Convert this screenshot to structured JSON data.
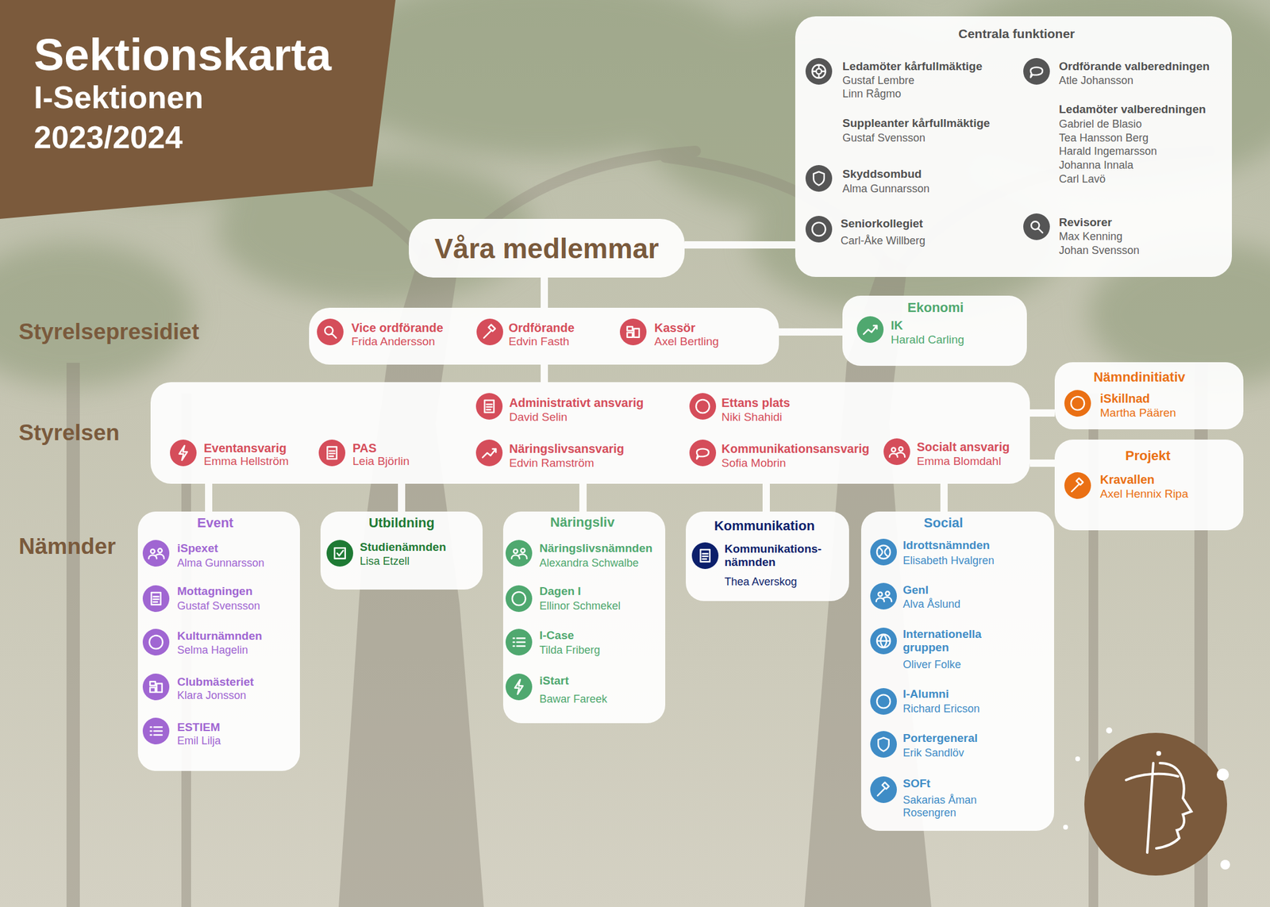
{
  "diagram": {
    "title": "Sektionskarta",
    "nodes": [
      {
        "text": [
          "Våra medlemmar"
        ]
      },
      {
        "text": [
          "Centrala funktioner",
          "Ledamöter kårfullmäktige",
          "Gustaf Lembre",
          "Linn Rågmo",
          "Suppleanter kårfullmäktige",
          "Gustaf Svensson",
          "Skyddsombud",
          "Alma Gunnarsson",
          "Seniorkollegiet",
          "Carl-Åke Willberg",
          "Ordförande valberedningen",
          "Atle Johansson",
          "Ledamöter valberedningen",
          "Gabriel de Blasio",
          "Tea Hansson Berg",
          "Harald Ingemarsson",
          "Johanna Innala",
          "Carl Lavö",
          "Revisorer",
          "Max Kenning",
          "Johan Svensson"
        ]
      },
      {
        "text": [
          "Vice ordförande",
          "Frida Andersson",
          "Ordförande",
          "Edvin Fasth",
          "Kassör",
          "Axel Bertling"
        ]
      },
      {
        "text": [
          "Ekonomi",
          "IK",
          "Harald Carling"
        ]
      },
      {
        "text": [
          "Administrativt ansvarig",
          "David Selin",
          "Ettans plats",
          "Niki Shahidi",
          "Eventansvarig",
          "Emma Hellström",
          "PAS",
          "Leia Björlin",
          "Näringslivsansvarig",
          "Edvin Ramström",
          "Kommunikationsansvarig",
          "Sofia Mobrin",
          "Socialt ansvarig",
          "Emma Blomdahl"
        ]
      },
      {
        "text": [
          "Nämndinitiativ",
          "iSkillnad",
          "Martha Päären"
        ]
      },
      {
        "text": [
          "Projekt",
          "Kravallen",
          "Axel Hennix Ripa"
        ]
      },
      {
        "text": [
          "Event",
          "iSpexet",
          "Alma Gunnarsson",
          "Mottagningen",
          "Gustaf Svensson",
          "Kulturnämnden",
          "Selma Hagelin",
          "Clubmästeriet",
          "Klara Jonsson",
          "ESTIEM",
          "Emil Lilja"
        ]
      },
      {
        "text": [
          "Utbildning",
          "Studienämnden",
          "Lisa Etzell"
        ]
      },
      {
        "text": [
          "Näringsliv",
          "Näringslivsnämnden",
          "Alexandra Schwalbe",
          "Dagen I",
          "Ellinor Schmekel",
          "I-Case",
          "Tilda Friberg",
          "iStart",
          "Bawar Fareek"
        ]
      },
      {
        "text": [
          "Kommunikation",
          "Kommunikations- nämnden",
          "Thea Averskog"
        ]
      },
      {
        "text": [
          "Social",
          "Idrottsnämnden",
          "Elisabeth Hvalgren",
          "GenI",
          "Alva Åslund",
          "Internationella gruppen",
          "Oliver Folke",
          "I-Alumni",
          "Richard Ericson",
          "Portergeneral",
          "Erik Sandlöv",
          "SOFt",
          "Sakarias Åman Rosengren"
        ]
      }
    ],
    "edges": [
      {
        "from": 0,
        "to": 1,
        "arrow": "none"
      },
      {
        "from": 0,
        "to": 2,
        "arrow": "none"
      },
      {
        "from": 2,
        "to": 3,
        "arrow": "none"
      },
      {
        "from": 2,
        "to": 4,
        "arrow": "none"
      },
      {
        "from": 4,
        "to": 5,
        "arrow": "none"
      },
      {
        "from": 4,
        "to": 6,
        "arrow": "none"
      },
      {
        "from": 4,
        "to": 7,
        "arrow": "none"
      },
      {
        "from": 4,
        "to": 8,
        "arrow": "none"
      },
      {
        "from": 4,
        "to": 9,
        "arrow": "none"
      },
      {
        "from": 4,
        "to": 10,
        "arrow": "none"
      },
      {
        "from": 4,
        "to": 11,
        "arrow": "none"
      }
    ],
    "labels": [
      "I-Sektionen",
      "2023/2024",
      "Styrelsepresidiet",
      "Styrelsen",
      "Nämnder"
    ]
  }
}
